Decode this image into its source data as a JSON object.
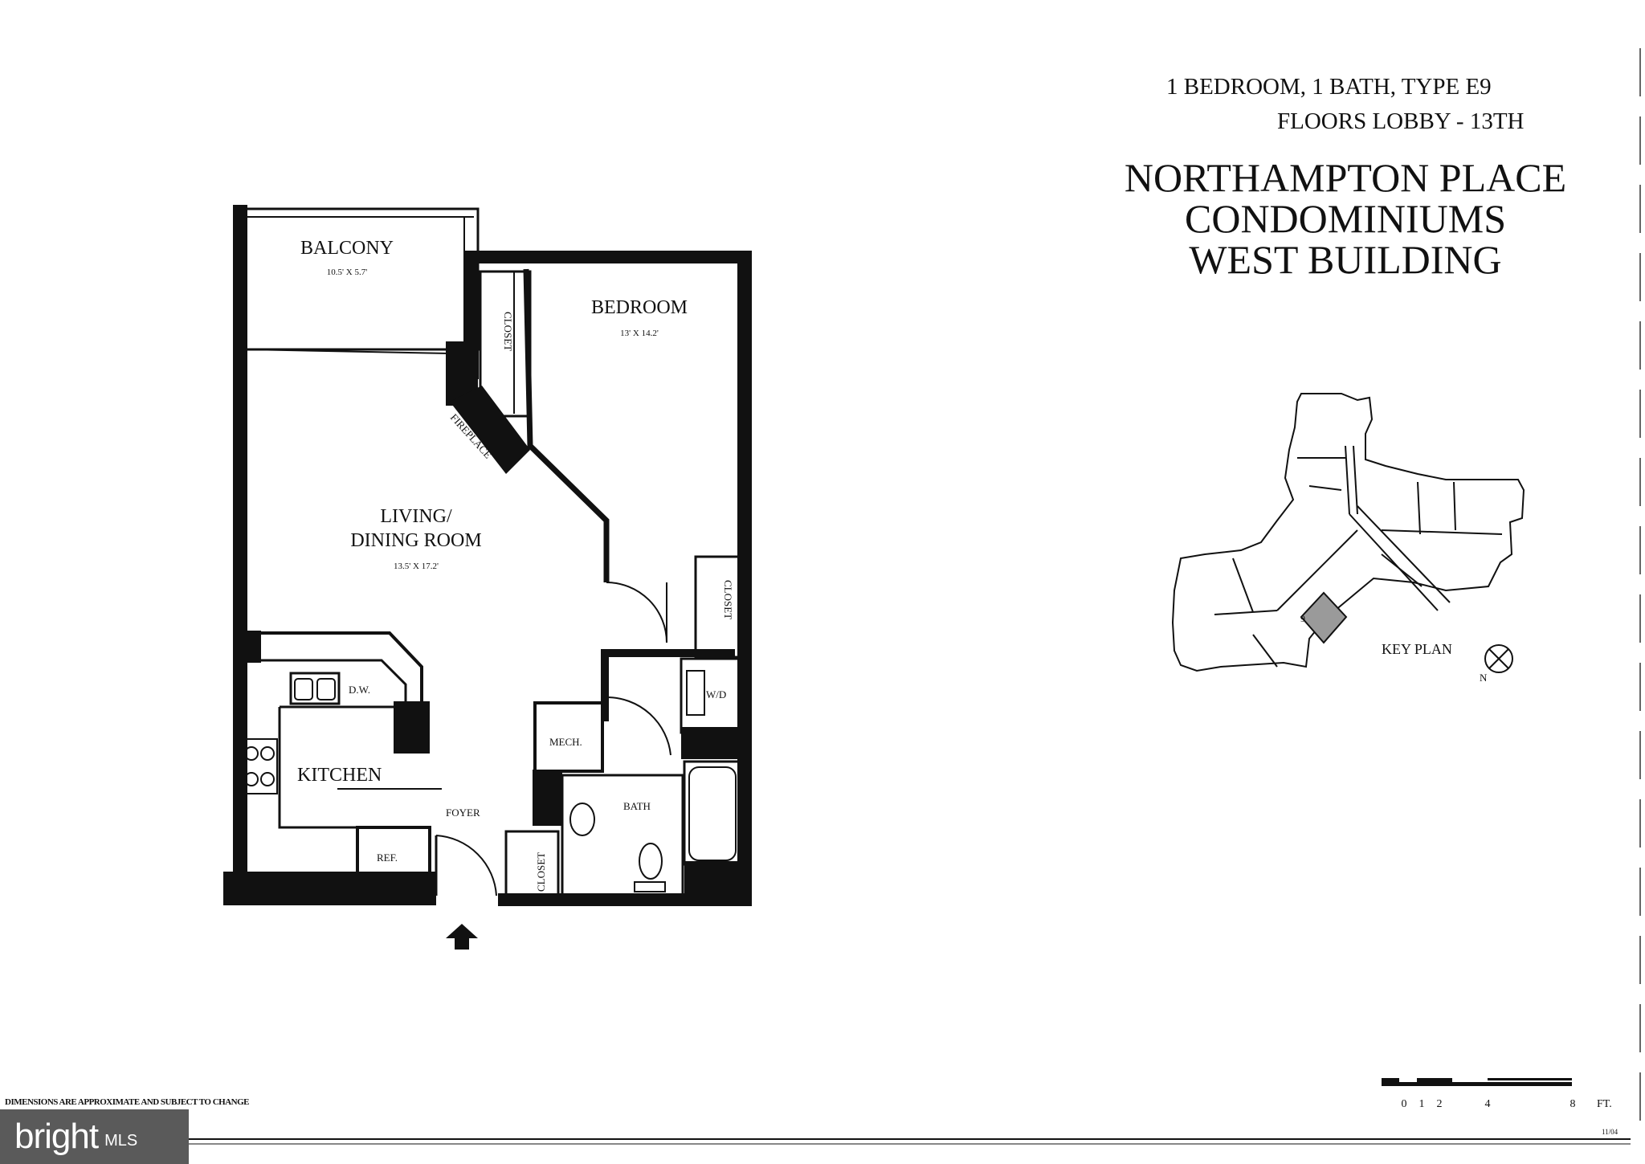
{
  "header": {
    "unit_type": "1 BEDROOM, 1 BATH, TYPE E9",
    "floors": "FLOORS LOBBY - 13TH",
    "project_lines": [
      "NORTHAMPTON PLACE",
      "CONDOMINIUMS",
      "WEST BUILDING"
    ]
  },
  "rooms": {
    "balcony": {
      "name": "BALCONY",
      "dims": "10.5' X 5.7'"
    },
    "bedroom": {
      "name": "BEDROOM",
      "dims": "13' X 14.2'"
    },
    "living": {
      "name_line1": "LIVING/",
      "name_line2": "DINING ROOM",
      "dims": "13.5' X 17.2'"
    },
    "kitchen": "KITCHEN",
    "foyer": "FOYER",
    "bath": "BATH",
    "mech": "MECH.",
    "closet": "CLOSET",
    "fireplace": "FIREPLACE",
    "dishwasher": "D.W.",
    "washer_dryer": "W/D",
    "refrigerator": "REF."
  },
  "key_plan": {
    "label": "KEY PLAN",
    "unit_marker": "9",
    "north": "N"
  },
  "scale": {
    "ticks": [
      "0",
      "1",
      "2",
      "4",
      "8"
    ],
    "unit": "FT."
  },
  "footer": {
    "note": "DIMENSIONS ARE APPROXIMATE AND SUBJECT TO CHANGE",
    "code": "11/04"
  },
  "watermark": {
    "main": "bright",
    "sub": "MLS"
  }
}
